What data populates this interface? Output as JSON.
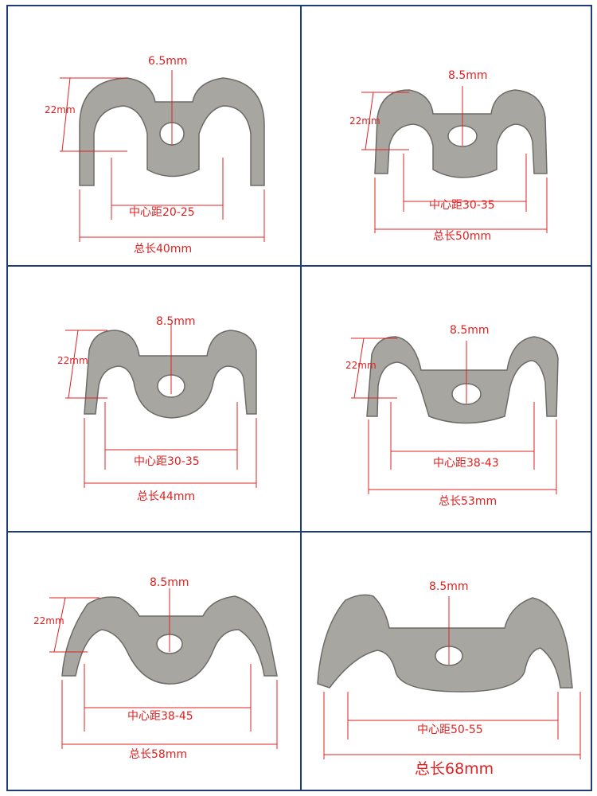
{
  "colors": {
    "border": "#1f3b7a",
    "dimension_line": "#e02020",
    "metal": "#a8a6a1"
  },
  "panels": [
    {
      "hole": "6.5mm",
      "height": "22mm",
      "center": "中心距20-25",
      "total": "总长40mm"
    },
    {
      "hole": "8.5mm",
      "height": "22mm",
      "center": "中心距30-35",
      "total": "总长50mm"
    },
    {
      "hole": "8.5mm",
      "height": "22mm",
      "center": "中心距30-35",
      "total": "总长44mm"
    },
    {
      "hole": "8.5mm",
      "height": "22mm",
      "center": "中心距38-43",
      "total": "总长53mm"
    },
    {
      "hole": "8.5mm",
      "height": "22mm",
      "center": "中心距38-45",
      "total": "总长58mm"
    },
    {
      "hole": "8.5mm",
      "height": "",
      "center": "中心距50-55",
      "total": "总长68mm"
    }
  ]
}
